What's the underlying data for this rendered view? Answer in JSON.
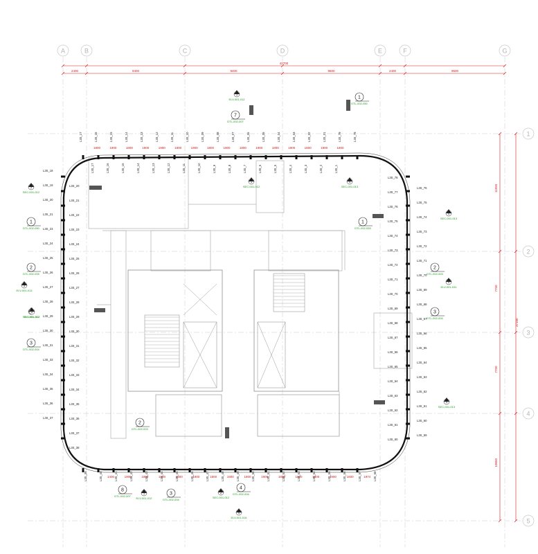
{
  "grid": {
    "columns": [
      "A",
      "B",
      "C",
      "D",
      "E",
      "F",
      "G"
    ],
    "rows": [
      "1",
      "2",
      "3",
      "4",
      "5"
    ]
  },
  "dimensions": {
    "overall_top": "42700",
    "top_segments": [
      "2400",
      "9400",
      "9400",
      "9600",
      "2400",
      "9500"
    ],
    "overall_right": "37100",
    "right_segments": [
      "11550",
      "7750",
      "7750",
      "10050"
    ],
    "top_mullion_spacing": [
      "1800",
      "1900",
      "1800",
      "1900",
      "1900",
      "1800",
      "1900",
      "1800",
      "1900",
      "1800",
      "1900",
      "1800",
      "1900",
      "1800",
      "1900",
      "1800"
    ],
    "bottom_mullion_spacing": [
      "1400",
      "1900",
      "1800",
      "1900",
      "1800",
      "1900",
      "1800",
      "1900",
      "1800",
      "1900",
      "1800",
      "1900",
      "1800",
      "1900",
      "1600",
      "1974"
    ]
  },
  "mullion_tags": {
    "top": [
      "L3S_17",
      "L3S_16",
      "L3S_15",
      "L3S_14",
      "L3S_13",
      "L3S_12",
      "L3S_11",
      "L3S_10",
      "L3S_09",
      "L3S_08",
      "L3S_07",
      "L3S_06",
      "L3S_05",
      "L3S_04",
      "L3S_03",
      "L3S_02",
      "L3S_01",
      "L3S_79",
      "L3S_78"
    ],
    "top_inner": [
      "L3S_17",
      "L3S_16",
      "L3S_15",
      "L3S_14",
      "L3S_13",
      "L3S_12",
      "L3S_11",
      "L3S_10",
      "L3S_9",
      "L3S_8",
      "L3S_7",
      "L3S_6",
      "L3S_5",
      "L3S_4",
      "L3S_3",
      "L3S_2",
      "L3S_1"
    ],
    "left_outer": [
      "L3S_18",
      "L3S_19",
      "L3S_20",
      "L3S_21",
      "L3S_23",
      "L3S_24",
      "L3S_25",
      "L3S_26",
      "L3S_27",
      "L3S_28",
      "L3S_29",
      "L3S_30",
      "L3S_31",
      "L3S_33",
      "L3S_34",
      "L3S_35",
      "L3S_36",
      "L3S_37"
    ],
    "left_inner": [
      "L3S_20",
      "L3S_21",
      "L3S_22",
      "L3S_23",
      "L3S_24",
      "L3S_25",
      "L3S_26",
      "L3S_27",
      "L3S_28",
      "L3S_29",
      "L3S_30",
      "L3S_31",
      "L3S_32",
      "L3S_33",
      "L3S_34",
      "L3S_35",
      "L3S_36",
      "L3S_37",
      "L3S_38"
    ],
    "right_outer": [
      "L3S_76",
      "L3S_75",
      "L3S_74",
      "L3S_73",
      "L3S_72",
      "L3S_71",
      "L3S_70",
      "L3S_69",
      "L3S_68",
      "L3S_67",
      "L3S_66",
      "L3S_65",
      "L3S_64",
      "L3S_63",
      "L3S_62",
      "L3S_61",
      "L3S_60",
      "L3S_59"
    ],
    "right_inner": [
      "L3S_78",
      "L3S_77",
      "L3S_76",
      "L3S_75",
      "L3S_74",
      "L3S_73",
      "L3S_72",
      "L3S_71",
      "L3S_70",
      "L3S_69",
      "L3S_68",
      "L3S_67",
      "L3S_66",
      "L3S_65",
      "L3S_64",
      "L3S_63",
      "L3S_62",
      "L3S_61",
      "L3S_60"
    ],
    "bottom": [
      "L3S_39",
      "L3S_40",
      "L3S_41",
      "L3S_42",
      "L3S_43",
      "L3S_44",
      "L3S_45",
      "L3S_46",
      "L3S_47",
      "L3S_48",
      "L3S_49",
      "L3S_50",
      "L3S_51",
      "L3S_52",
      "L3S_53",
      "L3S_54",
      "L3S_55",
      "L3S_56",
      "L3S_57",
      "L3S_58"
    ]
  },
  "detail_refs": [
    {
      "num": "1",
      "code": "DTL-002-050"
    },
    {
      "num": "7",
      "code": "DTL-002-007"
    },
    {
      "num": "1",
      "code": "DTL-002-053"
    },
    {
      "num": "1",
      "code": "DTL-002-050"
    },
    {
      "num": "2",
      "code": "DTL-002-005"
    },
    {
      "num": "3",
      "code": "DTL-002-004"
    },
    {
      "num": "2",
      "code": "DTL-002-003"
    },
    {
      "num": "3",
      "code": "DTL-002-004"
    },
    {
      "num": "2",
      "code": "DTL-002-003"
    },
    {
      "num": "8",
      "code": "DTL-002-007"
    },
    {
      "num": "3",
      "code": "DTL-002-004"
    },
    {
      "num": "4",
      "code": "DTL-002-004"
    }
  ],
  "elevation_refs": [
    {
      "num": "1",
      "code": "ELV-001-012"
    },
    {
      "num": "2",
      "code": "SEC-001-012"
    },
    {
      "num": "1",
      "code": "SEC-001-012"
    },
    {
      "num": "3",
      "code": "ELV-001-013"
    },
    {
      "num": "2",
      "code": "SEC-001-012"
    },
    {
      "num": "4",
      "code": "SEC-001-013"
    },
    {
      "num": "4",
      "code": "ELV-001-031"
    },
    {
      "num": "4",
      "code": "SEC-001-013"
    },
    {
      "num": "1",
      "code": "ELV-001-012"
    },
    {
      "num": "4",
      "code": "SEC-001-013"
    },
    {
      "num": "4",
      "code": "ELV-001-016"
    },
    {
      "num": "2",
      "code": "SEC-001-012"
    },
    {
      "num": "2",
      "code": "ELV-001-012"
    }
  ],
  "colors": {
    "grid": "#c8c8c8",
    "dimension": "#d21a1a",
    "facade": "#111111",
    "walls": "#9a9a9a",
    "reference_text": "#1a9a1a"
  }
}
